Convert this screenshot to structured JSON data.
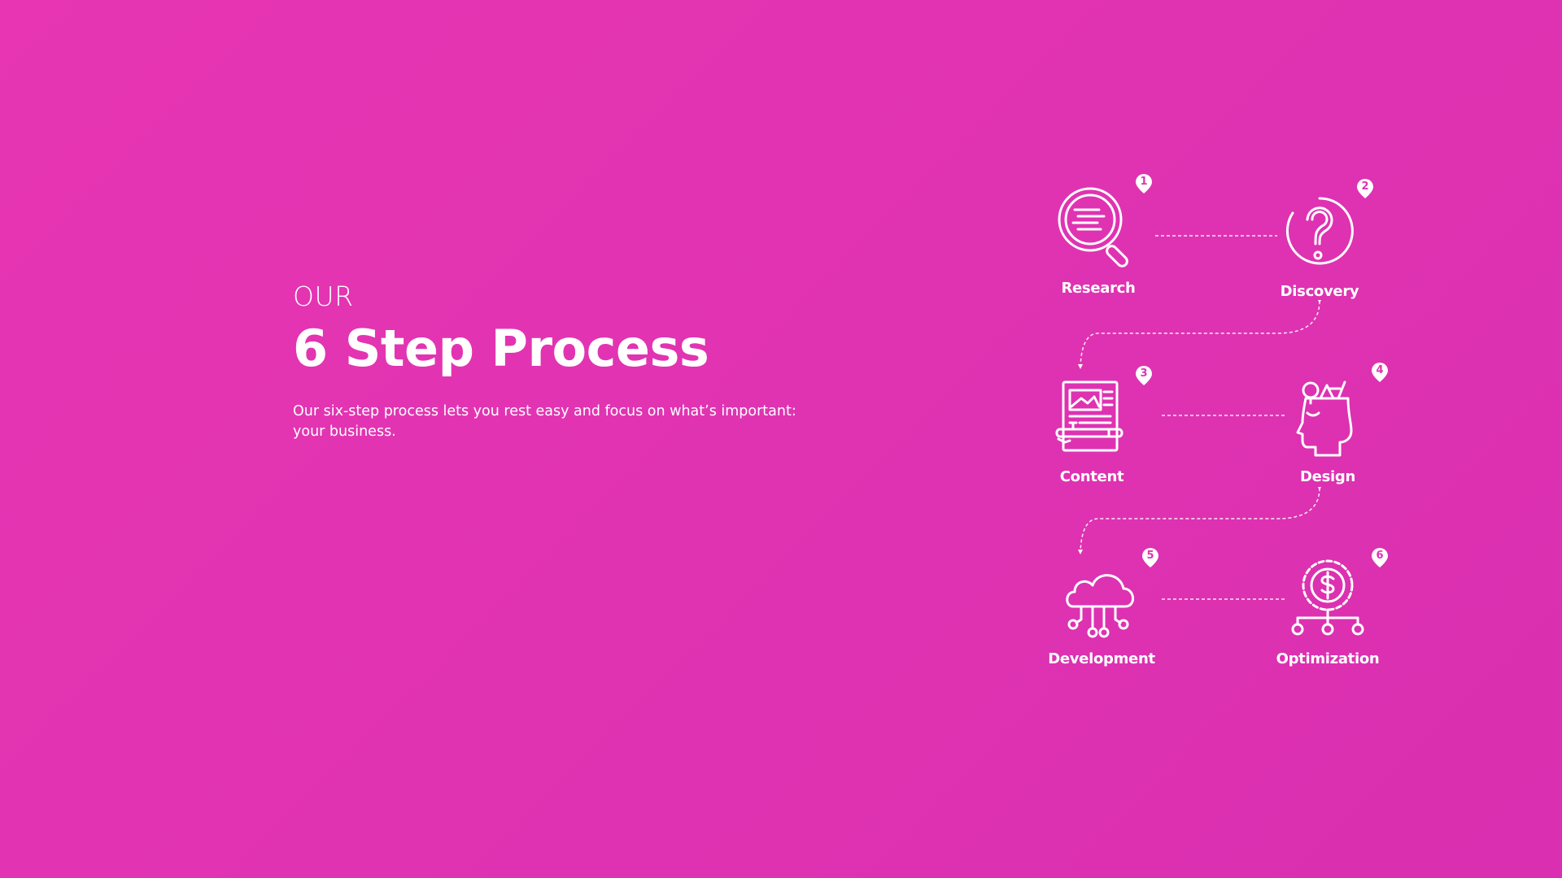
{
  "hero": {
    "eyebrow": "OUR",
    "headline": "6 Step Process",
    "description": "Our six-step process lets you rest easy and focus on what’s important: your business."
  },
  "colors": {
    "background": "#e033b2",
    "foreground": "#ffffff"
  },
  "steps": [
    {
      "number": "1",
      "label": "Research",
      "icon": "magnifier-document-icon"
    },
    {
      "number": "2",
      "label": "Discovery",
      "icon": "question-circle-icon"
    },
    {
      "number": "3",
      "label": "Content",
      "icon": "document-pen-icon"
    },
    {
      "number": "4",
      "label": "Design",
      "icon": "head-ideas-icon"
    },
    {
      "number": "5",
      "label": "Development",
      "icon": "cloud-network-icon"
    },
    {
      "number": "6",
      "label": "Optimization",
      "icon": "dollar-network-icon"
    }
  ]
}
